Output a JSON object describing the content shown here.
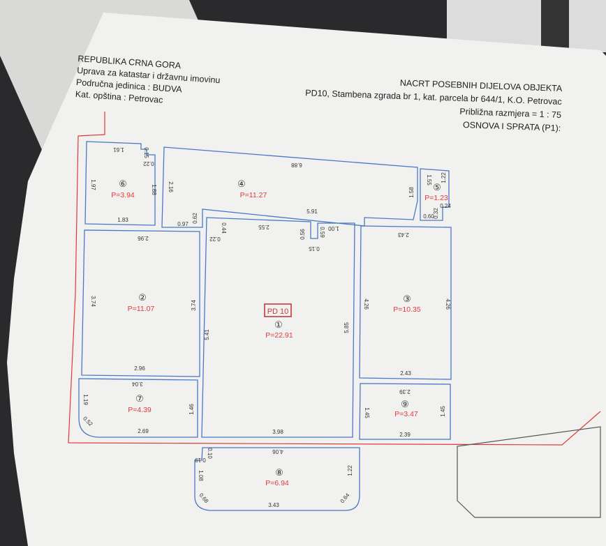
{
  "header_left": {
    "line1": "REPUBLIKA CRNA GORA",
    "line2": "Uprava za katastar i državnu imovinu",
    "line3_label": "Područna jedinica :",
    "line3_value": "BUDVA",
    "line4_label": "Kat. opština :",
    "line4_value": "Petrovac"
  },
  "header_right": {
    "title": "NACRT POSEBNIH DIJELOVA OBJEKTA",
    "subtitle": "PD10, Stambena zgrada br 1, kat. parcela br 644/1, K.O. Petrovac",
    "scale": "Približna razmjera = 1 : 75",
    "floor": "OSNOVA  I SPRATA  (P1):"
  },
  "unit_label": "PD 10",
  "colors": {
    "paper": "#f1f1ef",
    "wall": "#4a78c4",
    "parcel": "#e0383a",
    "area_text": "#e03b3b"
  },
  "rooms": [
    {
      "num": "①",
      "area": "P=22.91"
    },
    {
      "num": "②",
      "area": "P=11.07"
    },
    {
      "num": "③",
      "area": "P=10.35"
    },
    {
      "num": "④",
      "area": "P=11.27"
    },
    {
      "num": "⑤",
      "area": "P=1.23"
    },
    {
      "num": "⑥",
      "area": "P=3.94"
    },
    {
      "num": "⑦",
      "area": "P=4.39"
    },
    {
      "num": "⑧",
      "area": "P=6.94"
    },
    {
      "num": "⑨",
      "area": "P=3.47"
    }
  ],
  "dims": {
    "r1_top_left": "2.55",
    "r1_step1": "0.56",
    "r1_step2": "1.00",
    "r1_step3": "0.15",
    "r1_step4": "0.22",
    "r1_step5": "0.44",
    "r1_step6": "0.59",
    "r1_left": "5.41",
    "r1_right": "5.85",
    "r1_bottom": "3.98",
    "r2_top": "2.96",
    "r2_bottom": "2.96",
    "r2_left": "3.74",
    "r2_right": "3.74",
    "r3_top": "2.43",
    "r3_bottom": "2.43",
    "r3_left": "4.26",
    "r3_right": "4.26",
    "r4_top": "6.88",
    "r4_bottom": "5.91",
    "r4_left": "2.16",
    "r4_right": "1.58",
    "r4_bl": "0.97",
    "r4_step": "0.62",
    "r5_top_l": "1.55",
    "r5_right": "1.22",
    "r5_b1": "0.32",
    "r5_b2": "0.24",
    "r5_bottom": "0.60",
    "r6_top": "1.61",
    "r6_step1": "0.22",
    "r6_step2": "0.15",
    "r6_left": "1.97",
    "r6_right": "1.88",
    "r6_bottom": "1.83",
    "r7_top": "3.04",
    "r7_left": "1.19",
    "r7_corner": "0.52",
    "r7_right": "1.46",
    "r7_bottom": "2.69",
    "r8_top": "4.06",
    "r8_left1": "0.10",
    "r8_left2": "0.19",
    "r8_left3": "1.08",
    "r8_right": "1.22",
    "r8_c1": "0.68",
    "r8_c2": "0.64",
    "r8_bottom": "3.43",
    "r9_top": "2.39",
    "r9_left": "1.45",
    "r9_right": "1.45",
    "r9_bottom": "2.39"
  }
}
